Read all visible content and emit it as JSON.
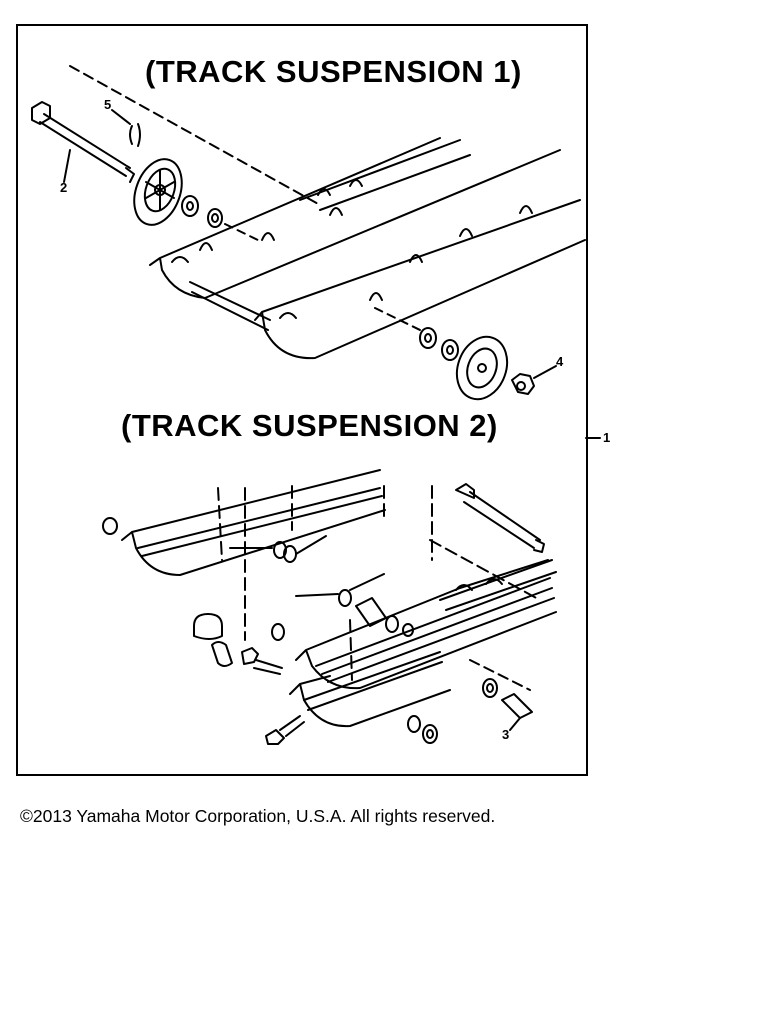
{
  "diagram": {
    "section_1_title": "(TRACK SUSPENSION 1)",
    "section_2_title": "(TRACK SUSPENSION 2)",
    "callouts": [
      "1",
      "2",
      "3",
      "4",
      "5"
    ]
  },
  "footer": {
    "copyright": "©2013 Yamaha Motor Corporation, U.S.A. All rights reserved."
  },
  "colors": {
    "ink": "#000000",
    "paper": "#ffffff"
  }
}
